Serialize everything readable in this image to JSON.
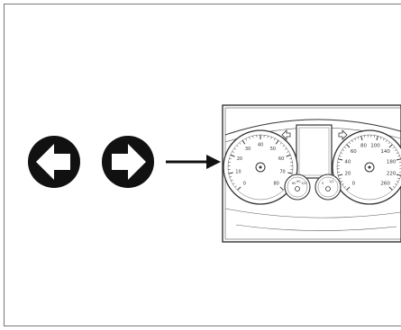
{
  "colors": {
    "ink": "#111111",
    "line": "#333333",
    "frame": "#777777",
    "paper": "#ffffff"
  },
  "icons": [
    "left-arrow-indicator-icon",
    "right-arrow-indicator-icon",
    "pointer-arrow-icon"
  ],
  "cluster": {
    "left_dial_labels": [
      "0",
      "10",
      "20",
      "30",
      "40",
      "50",
      "60",
      "70",
      "80"
    ],
    "right_dial_labels": [
      "0",
      "20",
      "40",
      "60",
      "80",
      "100",
      "140",
      "180",
      "220",
      "260"
    ],
    "small_gauge_left_labels": [
      "60",
      "90",
      "120"
    ],
    "small_gauge_right_labels": [
      "0",
      "1/2"
    ]
  }
}
